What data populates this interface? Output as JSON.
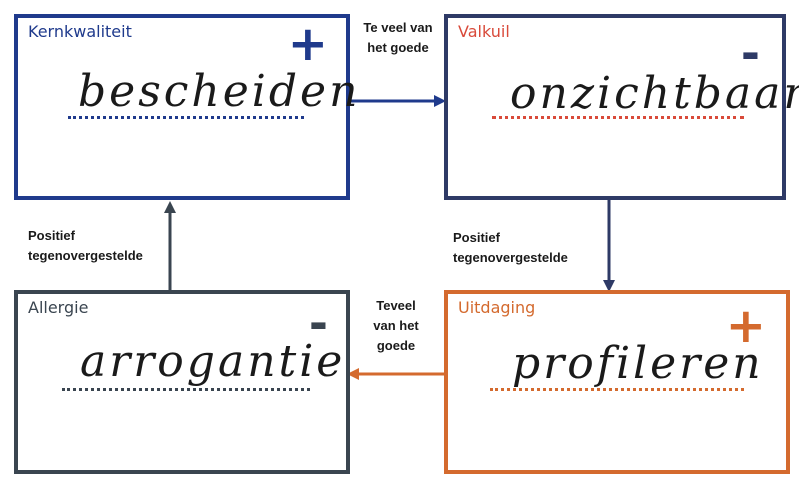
{
  "colors": {
    "kernkwaliteit": "#1f3a8c",
    "valkuil_border": "#2e3a66",
    "valkuil_title": "#d94a3a",
    "uitdaging": "#d46a2e",
    "allergie": "#3a4550"
  },
  "kernkwaliteit": {
    "title": "Kernkwaliteit",
    "sign": "+",
    "word": "bescheiden"
  },
  "valkuil": {
    "title": "Valkuil",
    "sign": "-",
    "word": "onzichtbaar"
  },
  "uitdaging": {
    "title": "Uitdaging",
    "sign": "+",
    "word": "profileren"
  },
  "allergie": {
    "title": "Allergie",
    "sign": "-",
    "word": "arrogantie"
  },
  "labels": {
    "top_line1": "Te veel van",
    "top_line2": "het goede",
    "right_line1": "Positief",
    "right_line2": "tegenovergestelde",
    "left_line1": "Positief",
    "left_line2": "tegenovergestelde",
    "bottom_line1": "Teveel",
    "bottom_line2": "van het",
    "bottom_line3": "goede"
  }
}
